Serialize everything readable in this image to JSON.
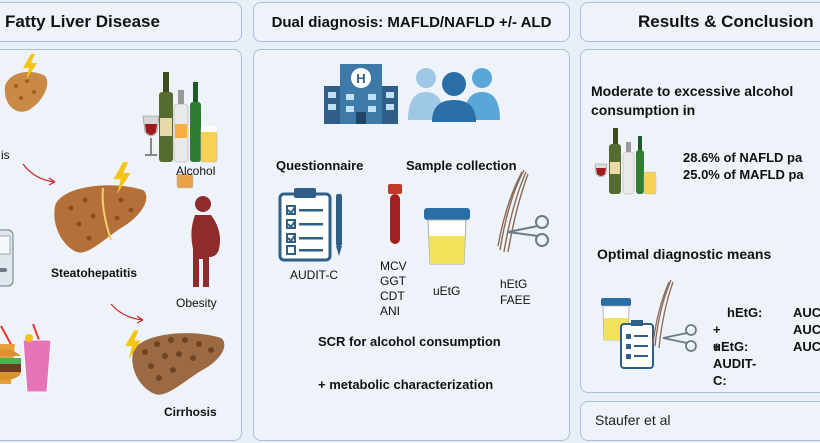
{
  "panel1": {
    "header": "Fatty Liver Disease",
    "stage_left": "is",
    "steatohepatitis": "Steatohepatitis",
    "cirrhosis": "Cirrhosis",
    "alcohol": "Alcohol",
    "obesity": "Obesity"
  },
  "panel2": {
    "header": "Dual diagnosis: MAFLD/NAFLD +/- ALD",
    "questionnaire": "Questionnaire",
    "sample_collection": "Sample collection",
    "audit_c": "AUDIT-C",
    "blood_markers": [
      "MCV",
      "GGT",
      "CDT",
      "ANI"
    ],
    "uetg": "uEtG",
    "hair_markers": [
      "hEtG",
      "FAEE"
    ],
    "scr": "SCR for alcohol consumption",
    "metabolic": "+ metabolic characterization"
  },
  "panel3": {
    "header": "Results & Conclusion",
    "moderate_line1": "Moderate to excessive alcohol",
    "moderate_line2": "consumption in",
    "nafld_pct": "28.6% of NAFLD pa",
    "mafld_pct": "25.0% of MAFLD pa",
    "optimal": "Optimal diagnostic means",
    "means": [
      {
        "label": "hEtG:",
        "value": "AUC"
      },
      {
        "label": "+ uEtG:",
        "value": "AUC"
      },
      {
        "label": "+ AUDIT-C:",
        "value": "AUC"
      }
    ]
  },
  "footer": {
    "citation": "Staufer et al"
  },
  "colors": {
    "panel_bg": "#eef3fa",
    "panel_border": "#aac0d9",
    "liver": "#b5703a",
    "hospital": "#2f5f87",
    "people": "#5aa6d8",
    "arrow_red": "#c62828"
  }
}
